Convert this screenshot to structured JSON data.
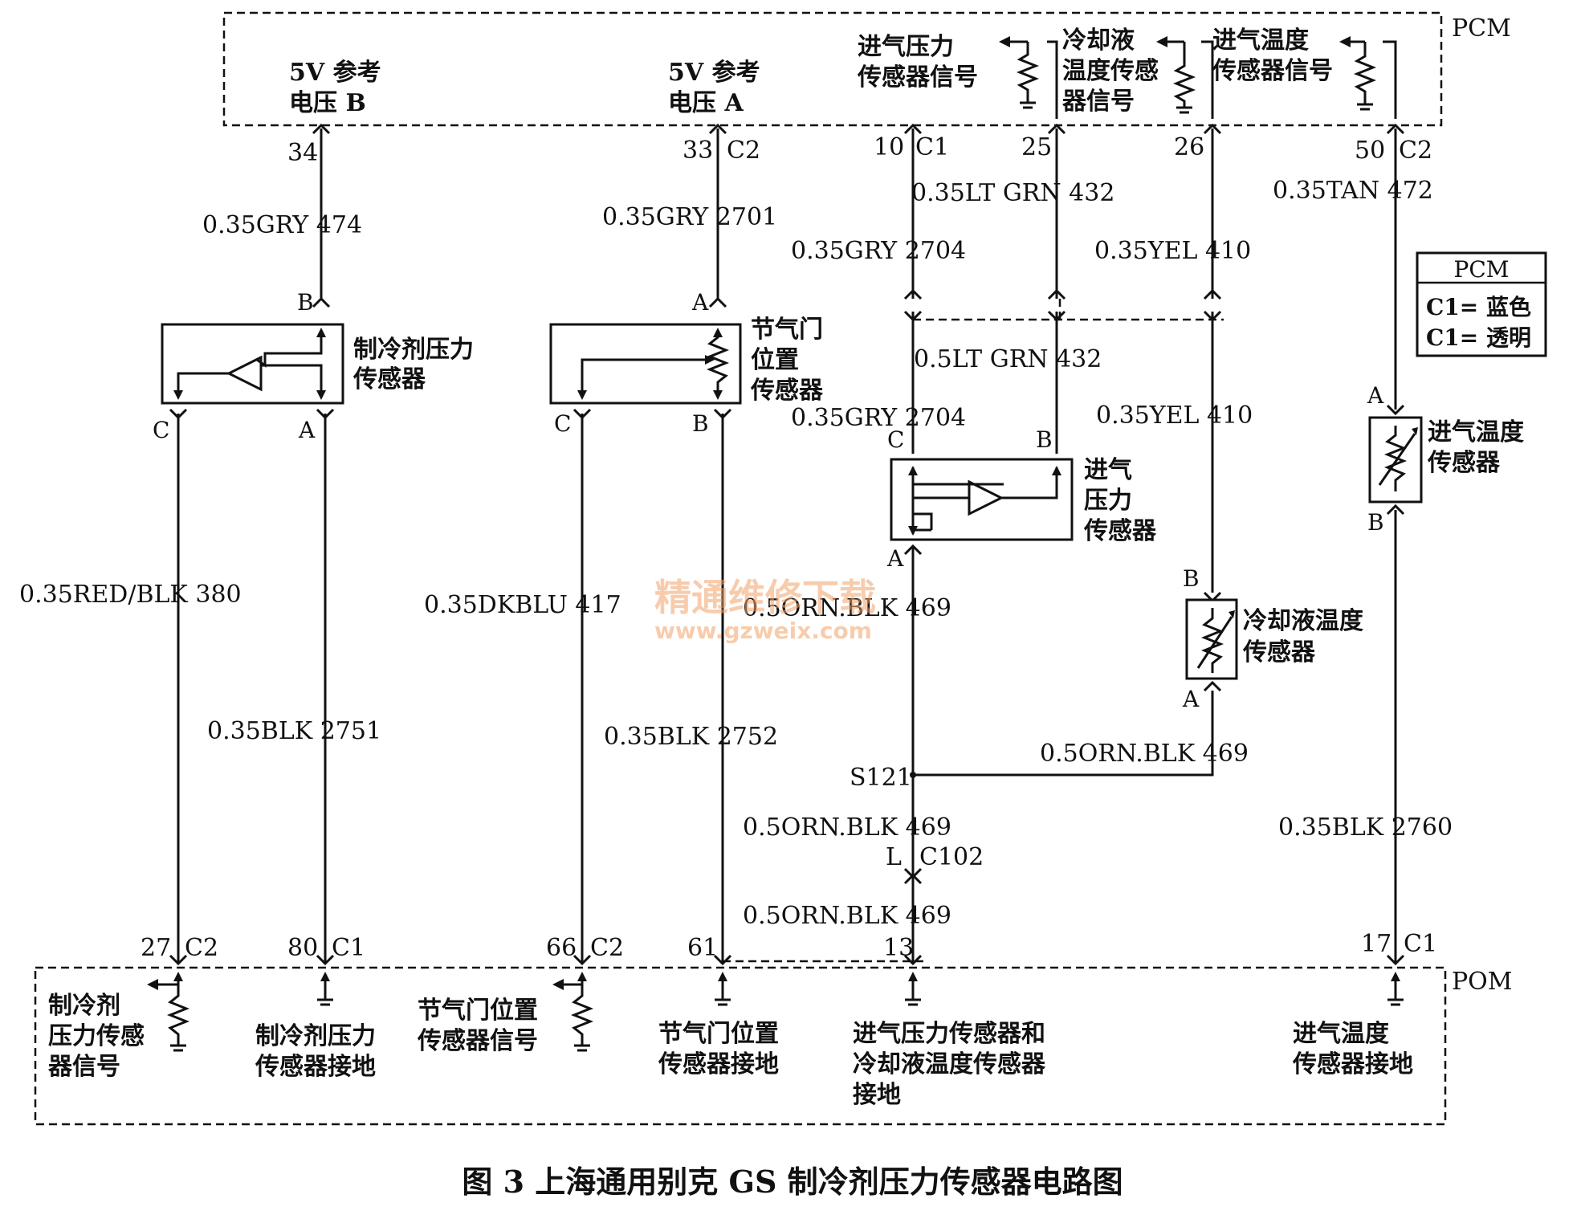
{
  "modules": {
    "pcm": "PCM",
    "pom": "POM"
  },
  "pcm_top": {
    "ref_b_l1": "5V 参考",
    "ref_b_l2": "电压 B",
    "ref_a_l1": "5V 参考",
    "ref_a_l2": "电压 A",
    "map_sig_l1": "进气压力",
    "map_sig_l2": "传感器信号",
    "ect_sig_l1": "冷却液",
    "ect_sig_l2": "温度传感",
    "ect_sig_l3": "器信号",
    "iat_sig_l1": "进气温度",
    "iat_sig_l2": "传感器信号"
  },
  "pins_top": {
    "p34": "34",
    "p33": "33",
    "c2a": "C2",
    "p10": "10",
    "c1a": "C1",
    "p25": "25",
    "p26": "26",
    "p50": "50",
    "c2b": "C2"
  },
  "wires": {
    "w474": "0.35GRY  474",
    "w2701": "0.35GRY  2701",
    "w432a": "0.35LT GRN  432",
    "w2704a": "0.35GRY  2704",
    "w410a": "0.35YEL  410",
    "w472": "0.35TAN  472",
    "w432b": "0.5LT GRN  432",
    "w2704b": "0.35GRY  2704",
    "w410b": "0.35YEL  410",
    "w380": "0.35RED/BLK  380",
    "w417": "0.35DKBLU  417",
    "w469a": "0.5ORN.BLK  469",
    "w2751": "0.35BLK  2751",
    "w2752": "0.35BLK  2752",
    "w469b": "0.5ORN.BLK  469",
    "w469c": "0.5ORN.BLK  469",
    "w469d": "0.5ORN.BLK  469",
    "w2760": "0.35BLK  2760"
  },
  "legend": {
    "title": "PCM",
    "line1": "C1= 蓝色",
    "line2": "C1= 透明"
  },
  "sensors": {
    "refrig_l1": "制冷剂压力",
    "refrig_l2": "传感器",
    "tps_l1": "节气门",
    "tps_l2": "位置",
    "tps_l3": "传感器",
    "map_l1": "进气",
    "map_l2": "压力",
    "map_l3": "传感器",
    "ect_l1": "冷却液温度",
    "ect_l2": "传感器",
    "iat_l1": "进气温度",
    "iat_l2": "传感器"
  },
  "pin_letters": {
    "rB": "B",
    "rC": "C",
    "rA": "A",
    "tA": "A",
    "tC": "C",
    "tB": "B",
    "mC": "C",
    "mB": "B",
    "mA": "A",
    "eB": "B",
    "eA": "A",
    "iA": "A",
    "iB": "B"
  },
  "splice": {
    "s121": "S121",
    "l": "L",
    "c102": "C102"
  },
  "pins_bottom": {
    "p27": "27",
    "c2c": "C2",
    "p80": "80",
    "c1b": "C1",
    "p66": "66",
    "c2d": "C2",
    "p61": "61",
    "p13": "13",
    "p17": "17",
    "c1c": "C1"
  },
  "pom_bottom": {
    "rs_l1": "制冷剂",
    "rs_l2": "压力传感",
    "rs_l3": "器信号",
    "rg_l1": "制冷剂压力",
    "rg_l2": "传感器接地",
    "ts_l1": "节气门位置",
    "ts_l2": "传感器信号",
    "tg_l1": "节气门位置",
    "tg_l2": "传感器接地",
    "mg_l1": "进气压力传感器和",
    "mg_l2": "冷却液温度传感器",
    "mg_l3": "接地",
    "ig_l1": "进气温度",
    "ig_l2": "传感器接地"
  },
  "watermark": {
    "line1": "精通维修下载",
    "line2": "www.gzweix.com"
  },
  "caption": "图 3  上海通用别克 GS 制冷剂压力传感器电路图"
}
